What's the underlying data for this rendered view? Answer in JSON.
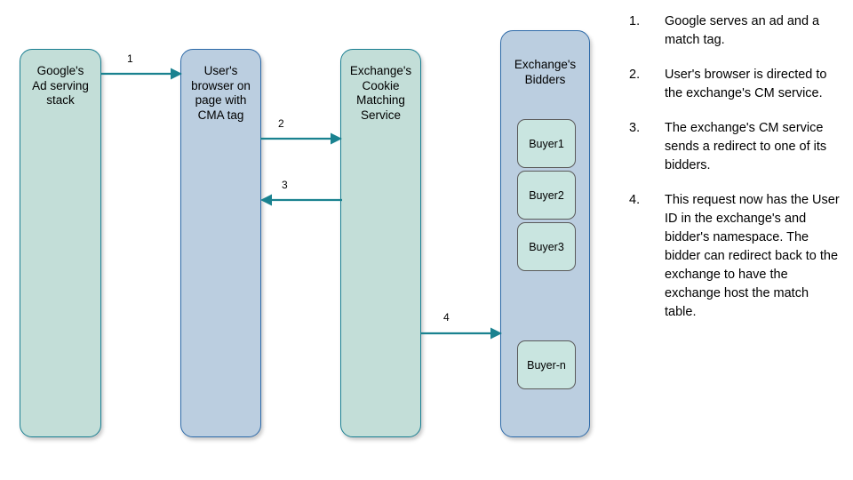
{
  "diagram": {
    "columns": [
      {
        "id": "google",
        "label": "Google's\nAd serving\nstack"
      },
      {
        "id": "browser",
        "label": "User's\nbrowser on\npage with\nCMA tag"
      },
      {
        "id": "cms",
        "label": "Exchange's\nCookie\nMatching\nService"
      },
      {
        "id": "bidders",
        "label": "Exchange's\nBidders"
      }
    ],
    "buyers": [
      {
        "label": "Buyer1"
      },
      {
        "label": "Buyer2"
      },
      {
        "label": "Buyer3"
      },
      {
        "label": "Buyer-n"
      }
    ],
    "arrows": [
      {
        "label": "1",
        "from": "google",
        "to": "browser",
        "direction": "right"
      },
      {
        "label": "2",
        "from": "browser",
        "to": "cms",
        "direction": "right"
      },
      {
        "label": "3",
        "from": "cms",
        "to": "browser",
        "direction": "left"
      },
      {
        "label": "4",
        "from": "cms",
        "to": "bidders",
        "direction": "right"
      }
    ],
    "colors": {
      "green_fill": "#c3ded8",
      "blue_fill": "#bbcee0",
      "teal_border": "#1a7f92",
      "blue_border": "#2d6aa8",
      "buyer_fill": "#c9e5e0",
      "buyer_border": "#5a5a5a",
      "arrow": "#1a8290"
    }
  },
  "steps": [
    {
      "number": "1.",
      "text": "Google serves an ad and a match tag."
    },
    {
      "number": "2.",
      "text": "User's browser is directed to the exchange's CM service."
    },
    {
      "number": "3.",
      "text": "The exchange's CM service sends a redirect to one of its bidders."
    },
    {
      "number": "4.",
      "text": "This request now has the User ID in the exchange's and bidder's namespace. The bidder can redirect back to the exchange to have the exchange host the match table."
    }
  ]
}
